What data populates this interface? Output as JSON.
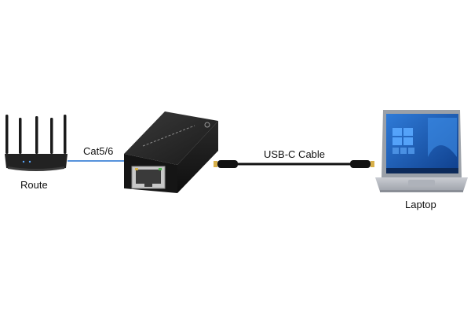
{
  "labels": {
    "router": "Route",
    "cat_link": "Cat5/6",
    "usb_link": "USB-C Cable",
    "laptop": "Laptop"
  },
  "colors": {
    "ethernet_line": "#1f6fd1",
    "adapter_body": "#1a1a1a",
    "laptop_body": "#b8bcc4",
    "screen": "#1d5fb8",
    "cable": "#111111"
  }
}
